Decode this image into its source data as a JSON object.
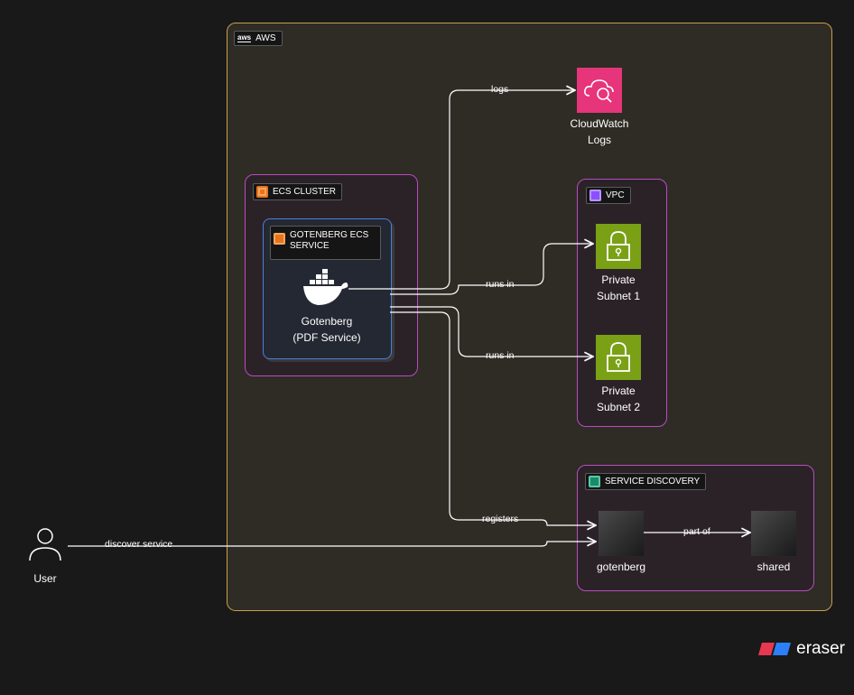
{
  "groups": {
    "aws": "AWS",
    "aws_logo": "aws",
    "ecs_cluster": "ECS CLUSTER",
    "ecs_service": "GOTENBERG ECS SERVICE",
    "vpc": "VPC",
    "service_discovery": "SERVICE DISCOVERY"
  },
  "nodes": {
    "cloudwatch": "CloudWatch\nLogs",
    "gotenberg": "Gotenberg\n(PDF Service)",
    "subnet1": "Private\nSubnet 1",
    "subnet2": "Private\nSubnet 2",
    "sd_gotenberg": "gotenberg",
    "sd_shared": "shared",
    "user": "User"
  },
  "edges": {
    "logs": "logs",
    "runs_in_1": "runs in",
    "runs_in_2": "runs in",
    "registers": "registers",
    "part_of": "part of",
    "discover": "discover service"
  },
  "brand": {
    "name": "eraser"
  },
  "colors": {
    "aws_border": "#c8a04a",
    "group_border": "#b84cc0",
    "service_border": "#4c7fd8",
    "cloudwatch": "#e6357a",
    "subnet": "#7aa116",
    "orange_tag": "#e8731e",
    "vpc_tag": "#8c4fff",
    "sd_tag": "#1a8a6a"
  }
}
